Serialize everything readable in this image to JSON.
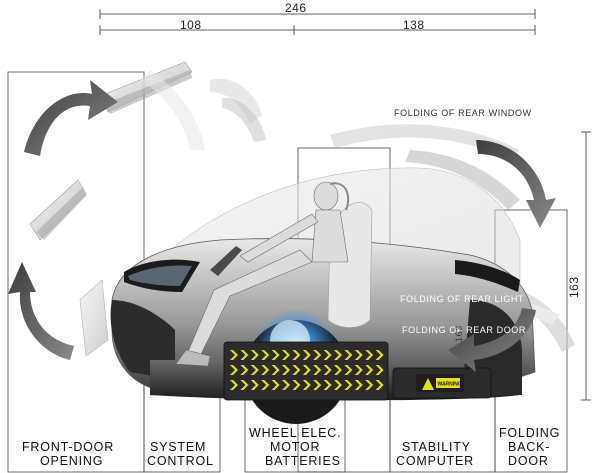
{
  "dimensions": {
    "total": "246",
    "front": "108",
    "rear": "138",
    "height": "163",
    "height_small": "163"
  },
  "annotations": {
    "rear_window": "FOLDING OF REAR WINDOW",
    "rear_light": "FOLDING OF REAR LIGHT",
    "rear_door": "FOLDING OF REAR DOOR"
  },
  "sections": [
    {
      "line1": "FRONT-DOOR",
      "line2": "OPENING"
    },
    {
      "line1": "SYSTEM",
      "line2": "CONTROL"
    },
    {
      "line1": "WHEEL ELEC.",
      "line2": "MOTOR"
    },
    {
      "line1": "BATTERIES",
      "line2": ""
    },
    {
      "line1": "STABILITY",
      "line2": "COMPUTER"
    },
    {
      "line1": "FOLDING",
      "line2": "BACK-",
      "line3": "DOOR"
    }
  ],
  "warning_label": "WARNING",
  "colors": {
    "battery_yellow": "#e3e21a",
    "battery_dark": "#2b2b2b",
    "motor_glow": "#3a8fe0",
    "arrow_gray": "#555555",
    "frame_line": "#444444"
  }
}
